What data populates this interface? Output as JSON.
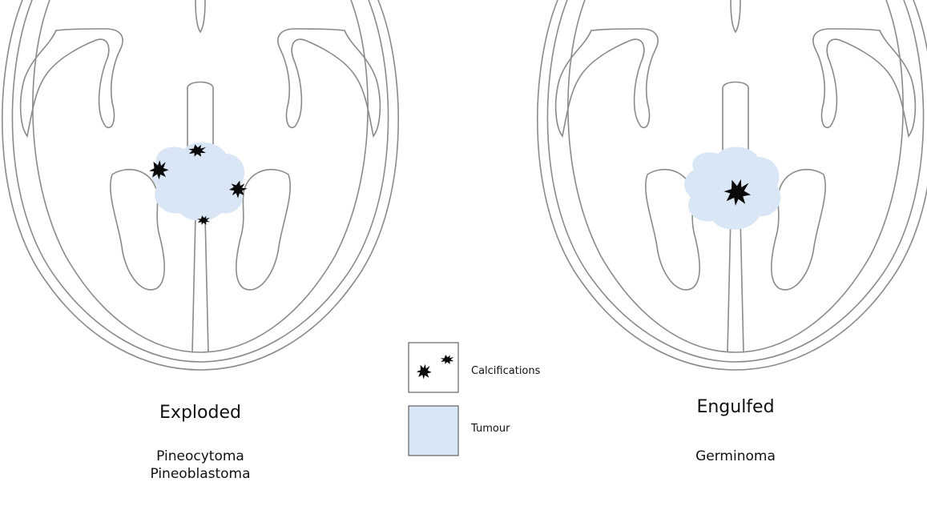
{
  "colors": {
    "tumour": "#d9e6f5",
    "calcification": "#0a0a0a",
    "outline": "#8a8a8a"
  },
  "left_panel": {
    "pattern": "Exploded",
    "tumour_types": [
      "Pineocytoma",
      "Pineoblastoma"
    ]
  },
  "right_panel": {
    "pattern": "Engulfed",
    "tumour_types": [
      "Germinoma"
    ]
  },
  "legend": {
    "items": [
      {
        "label": "Calcifications",
        "icon": "calcification-icon"
      },
      {
        "label": "Tumour",
        "icon": "tumour-swatch"
      }
    ]
  }
}
